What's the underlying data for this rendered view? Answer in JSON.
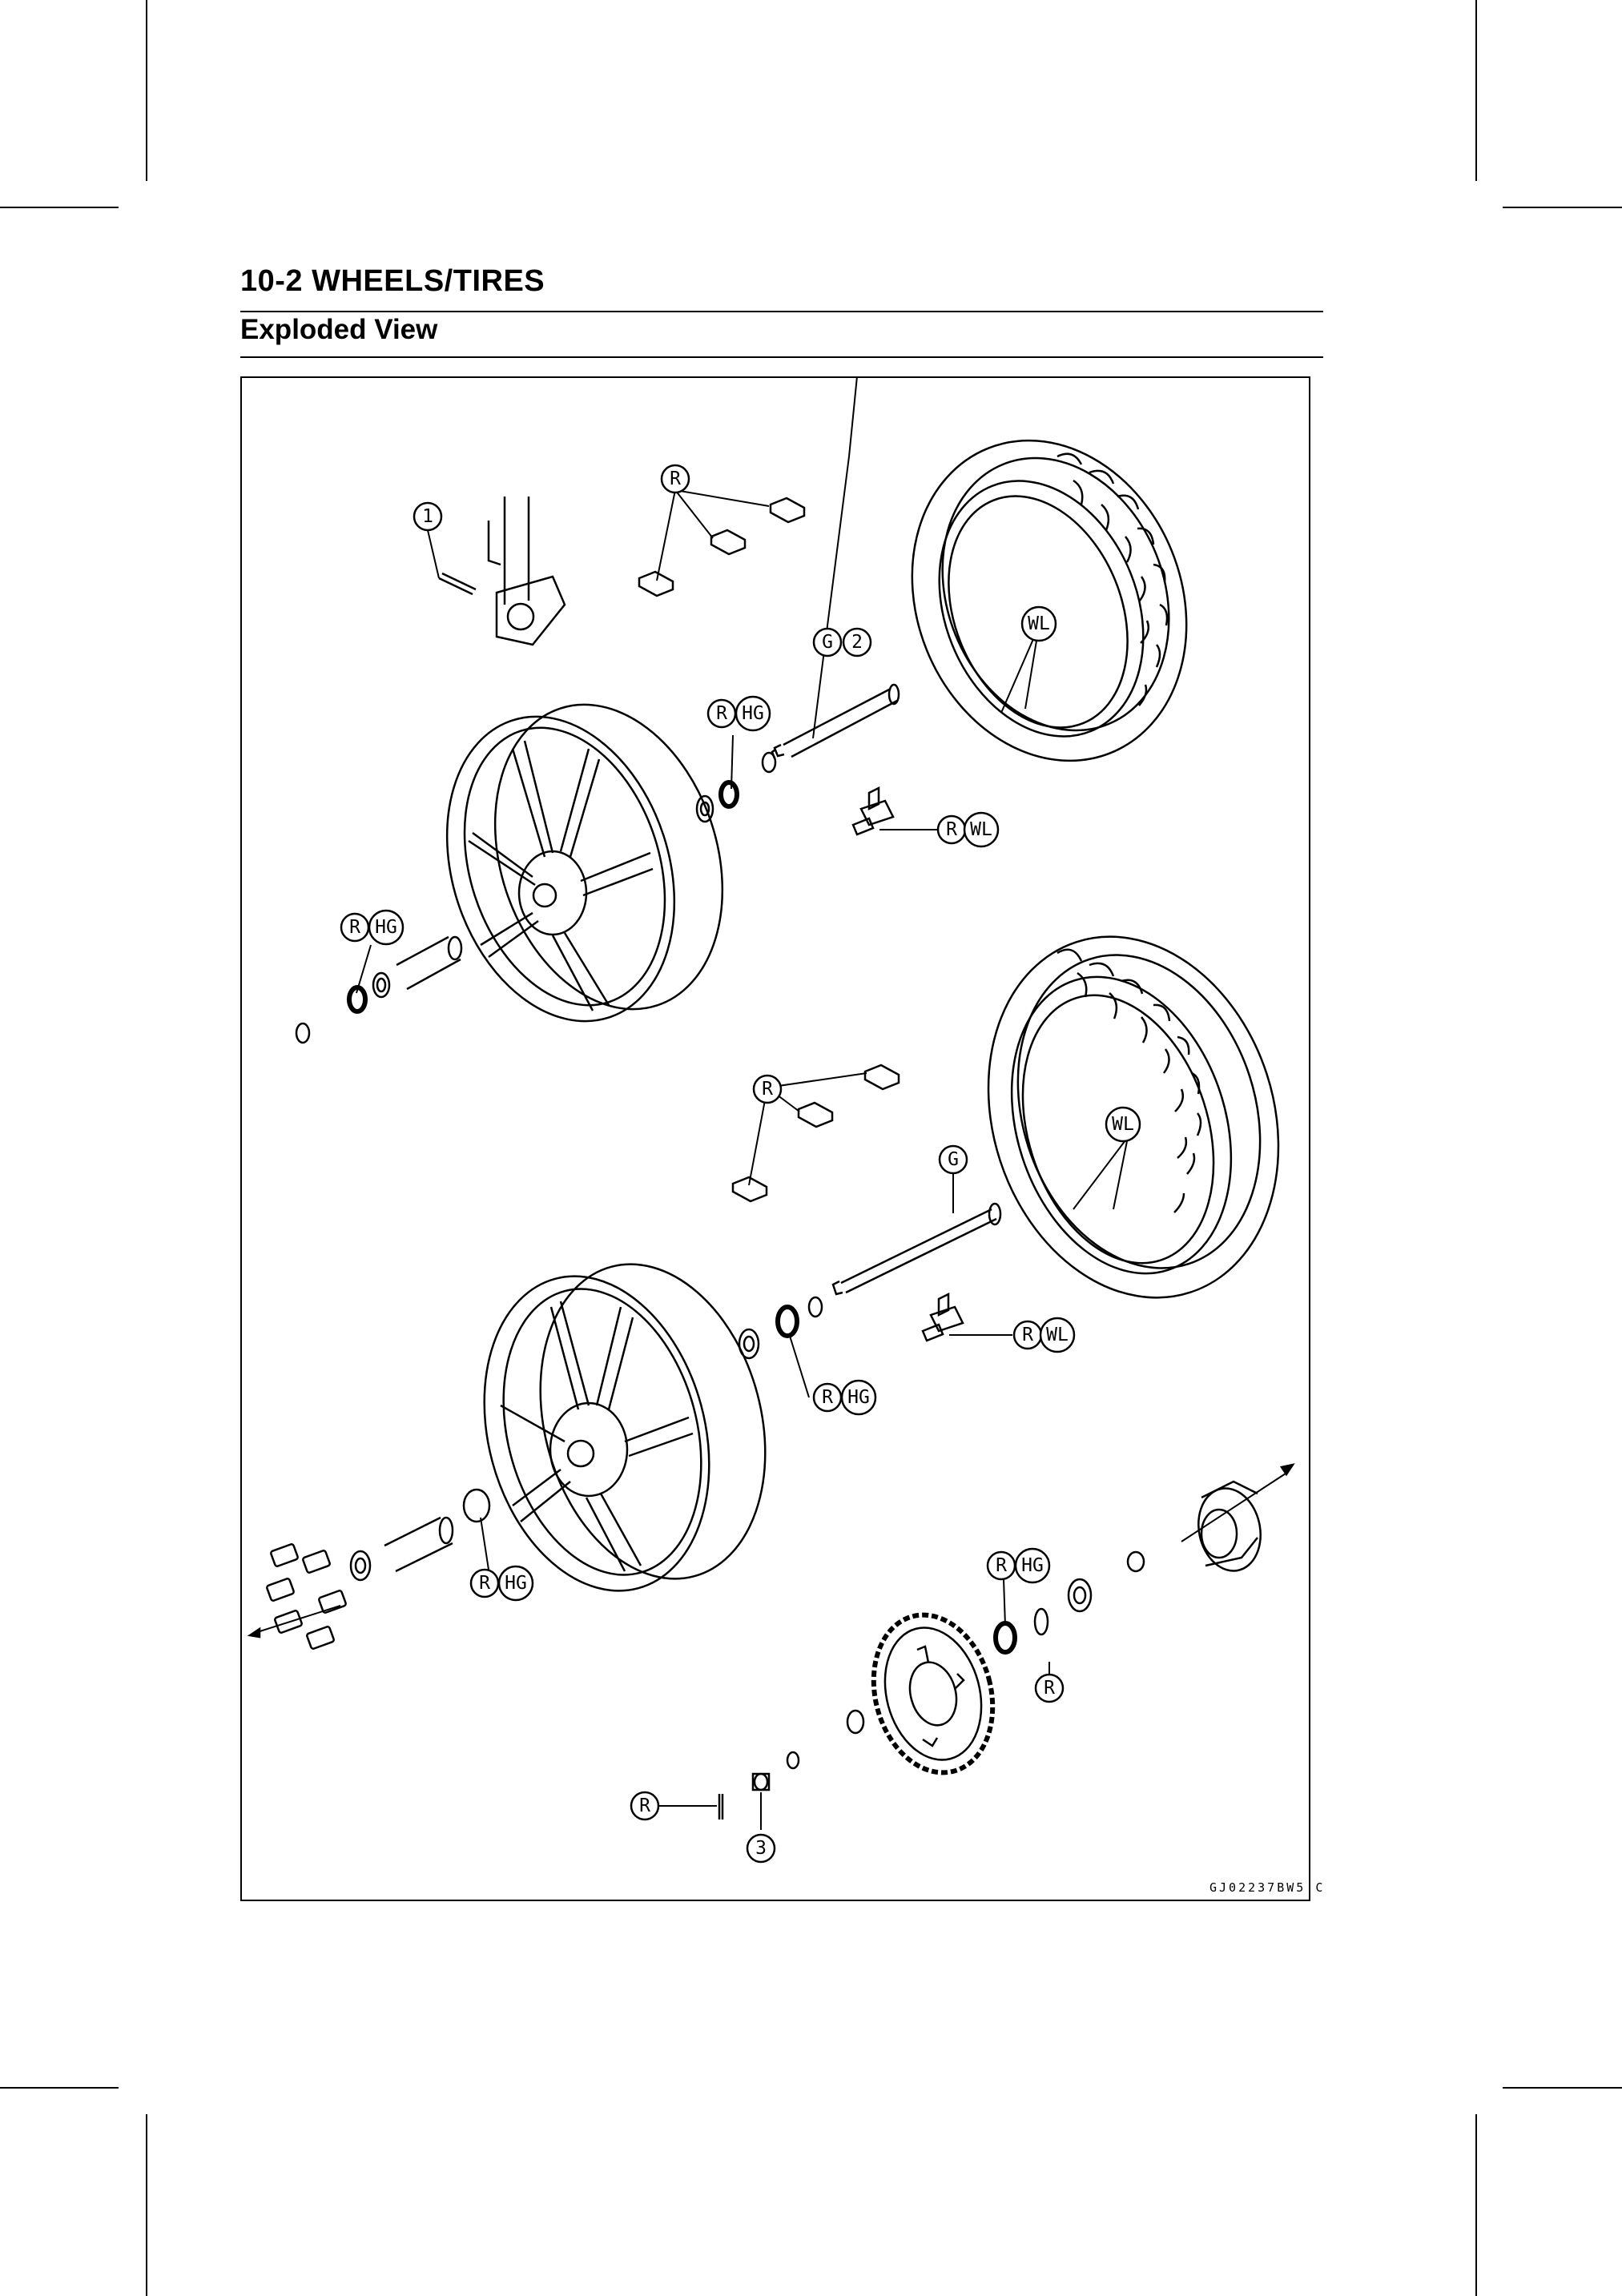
{
  "header": {
    "section_title": "10-2 WHEELS/TIRES",
    "subtitle": "Exploded View"
  },
  "figure": {
    "code": "GJ02237BW5 C",
    "callouts": {
      "c1": "1",
      "c2": "2",
      "c3": "3",
      "r": "R",
      "g": "G",
      "wl": "WL",
      "hg": "HG"
    }
  }
}
